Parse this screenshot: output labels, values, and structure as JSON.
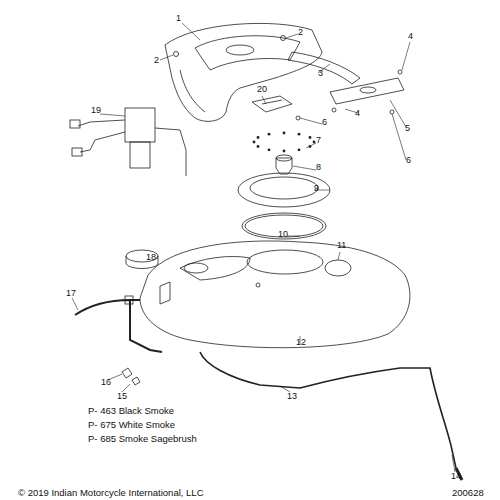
{
  "diagram": {
    "labels": [
      "1",
      "2",
      "2",
      "3",
      "4",
      "4",
      "5",
      "6",
      "6",
      "7",
      "8",
      "9",
      "10",
      "11",
      "12",
      "13",
      "14",
      "15",
      "16",
      "17",
      "18",
      "19",
      "20",
      "P- 463 Black Smoke",
      "P- 675 White Smoke",
      "P- 685 Smoke Sagebrush",
      "© 2019 Indian Motorcycle International, LLC",
      "200628"
    ]
  }
}
